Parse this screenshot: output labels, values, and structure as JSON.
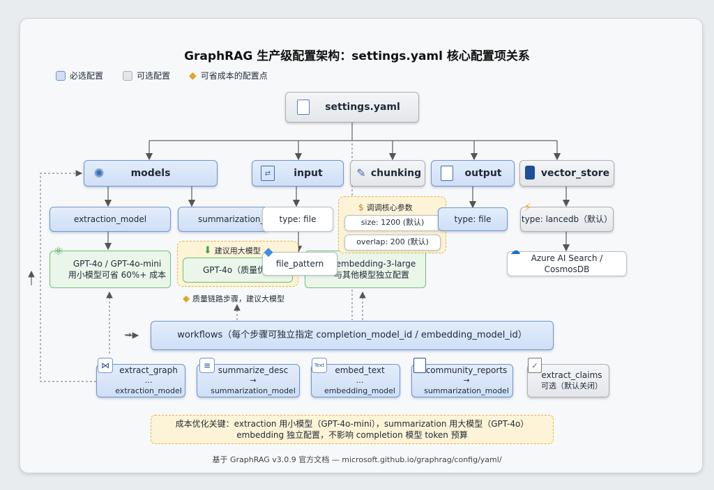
{
  "title": "GraphRAG 生产级配置架构：settings.yaml 核心配置项关系",
  "legend": {
    "required": "必选配置",
    "optional": "可选配置",
    "cost": "可省成本的配置点"
  },
  "root": "settings.yaml",
  "sections": {
    "models": "models",
    "input": "input",
    "chunking": "chunking",
    "output": "output",
    "vector_store": "vector_store"
  },
  "models": {
    "extraction_model": "extraction_model",
    "summarization_model": "summarization_m",
    "extraction_detail_1": "GPT-4o / GPT-4o-mini",
    "extraction_detail_2": "用小模型可省 60%+ 成本",
    "recommend_label": "建议用大模型",
    "summarization_detail": "GPT-4o（质量优",
    "embedding_detail_1": "o-embedding-3-large",
    "embedding_detail_2": "与其他模型独立配置",
    "quality_note": "质量链路步骤，建议大模型"
  },
  "input": {
    "type": "type: file",
    "file_pattern": "file_pattern"
  },
  "chunking": {
    "label": "调调核心参数",
    "size": "size: 1200 (默认)",
    "overlap": "overlap: 200 (默认)"
  },
  "output": {
    "type": "type: file"
  },
  "vector_store": {
    "type": "type: lancedb（默认）",
    "alt": "Azure AI Search / CosmosDB"
  },
  "workflows": {
    "arrow": "→",
    "title": "workflows（每个步骤可独立指定 completion_model_id / embedding_model_id）",
    "steps": [
      {
        "name": "extract_graph",
        "model": "… extraction_model"
      },
      {
        "name": "summarize_desc",
        "model": "→ summarization_model"
      },
      {
        "name": "embed_text",
        "model": "… embedding_model"
      },
      {
        "name": "community_reports",
        "model": "→ summarization_model"
      },
      {
        "name": "extract_claims",
        "model": "可选（默认关闭）"
      }
    ],
    "icon_text": "Text"
  },
  "tip": {
    "line1": "成本优化关键：extraction 用小模型（GPT-4o-mini），summarization 用大模型（GPT-4o）",
    "line2": "embedding 独立配置，不影响 completion 模型 token 预算"
  },
  "footer": "基于 GraphRAG v3.0.9 官方文档 — microsoft.github.io/graphrag/config/yaml/",
  "colors": {
    "required": "#cfdff6",
    "optional": "#e4e6ea",
    "green": "#e9f6e9",
    "tip": "#fdf3d6"
  }
}
